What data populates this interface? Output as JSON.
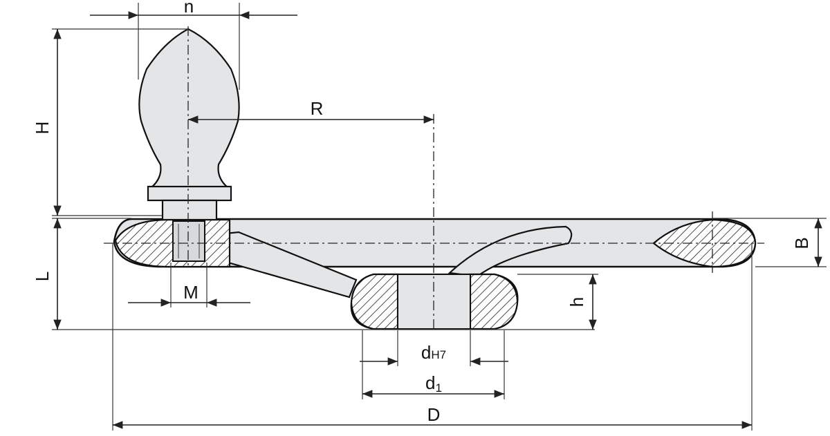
{
  "labels": {
    "n": "n",
    "H": "H",
    "R": "R",
    "L": "L",
    "B": "B",
    "M": "M",
    "h": "h",
    "d_main": "d",
    "d_sub": "H7",
    "d1_main": "d",
    "d1_sub": "1",
    "D": "D"
  },
  "colors": {
    "part_fill": "#e4e5e7",
    "line": "#111111"
  }
}
